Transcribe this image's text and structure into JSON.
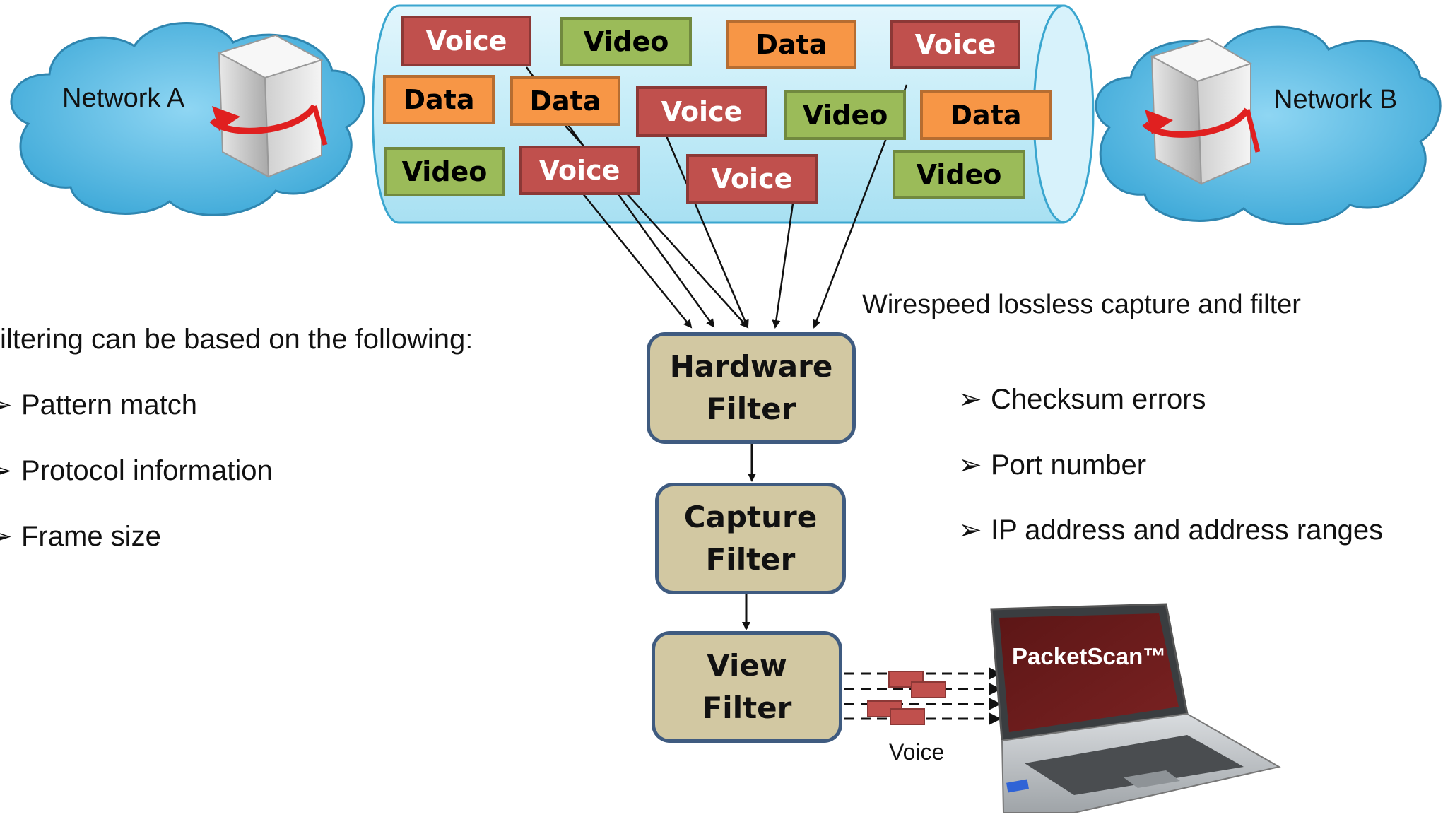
{
  "networks": {
    "left_label": "Network A",
    "right_label": "Network B"
  },
  "packets": {
    "voice_label": "Voice",
    "video_label": "Video",
    "data_label": "Data"
  },
  "filters": {
    "hardware": [
      "Hardware",
      "Filter"
    ],
    "capture": [
      "Capture",
      "Filter"
    ],
    "view": [
      "View",
      "Filter"
    ]
  },
  "captions": {
    "wirespeed": "Wirespeed lossless capture and filter",
    "filtering_intro": "iltering can be based on the following:",
    "voice_output": "Voice"
  },
  "left_criteria": [
    "Pattern match",
    "Protocol information",
    "Frame size"
  ],
  "right_criteria": [
    "Checksum errors",
    "Port number",
    "IP address and address ranges"
  ],
  "laptop": {
    "screen_title": "PacketScan™"
  },
  "colors": {
    "voice": "#c0504d",
    "video": "#9bbb59",
    "data": "#f79646",
    "cloud": "#5bbce4",
    "pipe": "#bfe9f7",
    "filter_fill": "#d2c8a2",
    "filter_border": "#3f5b80"
  },
  "icons": [
    "cloud-icon",
    "server-icon",
    "laptop-icon",
    "arrow-icon",
    "bullet-arrow-icon"
  ]
}
